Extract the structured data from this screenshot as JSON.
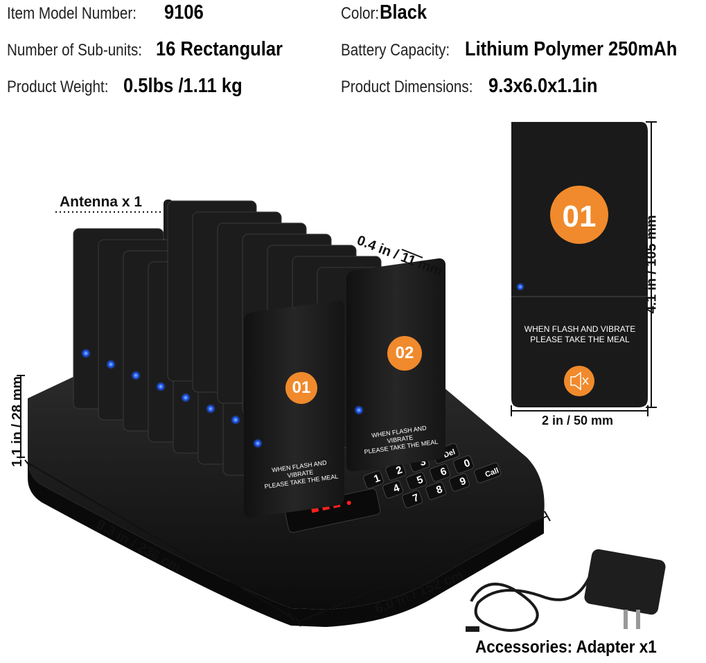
{
  "specs": {
    "item_model": {
      "label": "Item Model Number:",
      "value": "9106"
    },
    "color": {
      "label": "Color:",
      "value": "Black"
    },
    "sub_units": {
      "label": "Number of Sub-units:",
      "value": "16 Rectangular"
    },
    "battery": {
      "label": "Battery Capacity:",
      "value": "Lithium Polymer 250mAh"
    },
    "weight": {
      "label": "Product Weight:",
      "value": "0.5lbs /1.11 kg"
    },
    "dimensions": {
      "label": "Product Dimensions:",
      "value": "9.3x6.0x1.1in"
    }
  },
  "annotations": {
    "antenna": "Antenna x 1",
    "pager_thickness": "0.4 in / 11 mm",
    "base_height": "1.1 in / 28 mm",
    "base_length": "9.3 in / 236 cm",
    "base_width": "6.0 in / 152 cm",
    "pager_height": "4.1 in / 105 mm",
    "pager_width": "2 in / 50 mm"
  },
  "pager": {
    "number_1": "01",
    "number_2": "02",
    "message": "WHEN FLASH AND VIBRATE\nPLEASE TAKE THE MEAL"
  },
  "keypad": {
    "keys": [
      "1",
      "2",
      "3",
      "4",
      "5",
      "6",
      "7",
      "8",
      "9",
      "0",
      "Del",
      "Call"
    ]
  },
  "accessories": "Accessories: Adapter x1",
  "colors": {
    "device": "#1b1b1b",
    "badge": "#f08a2c",
    "led_blue": "#1f5cff",
    "led_red": "#ff2020"
  }
}
